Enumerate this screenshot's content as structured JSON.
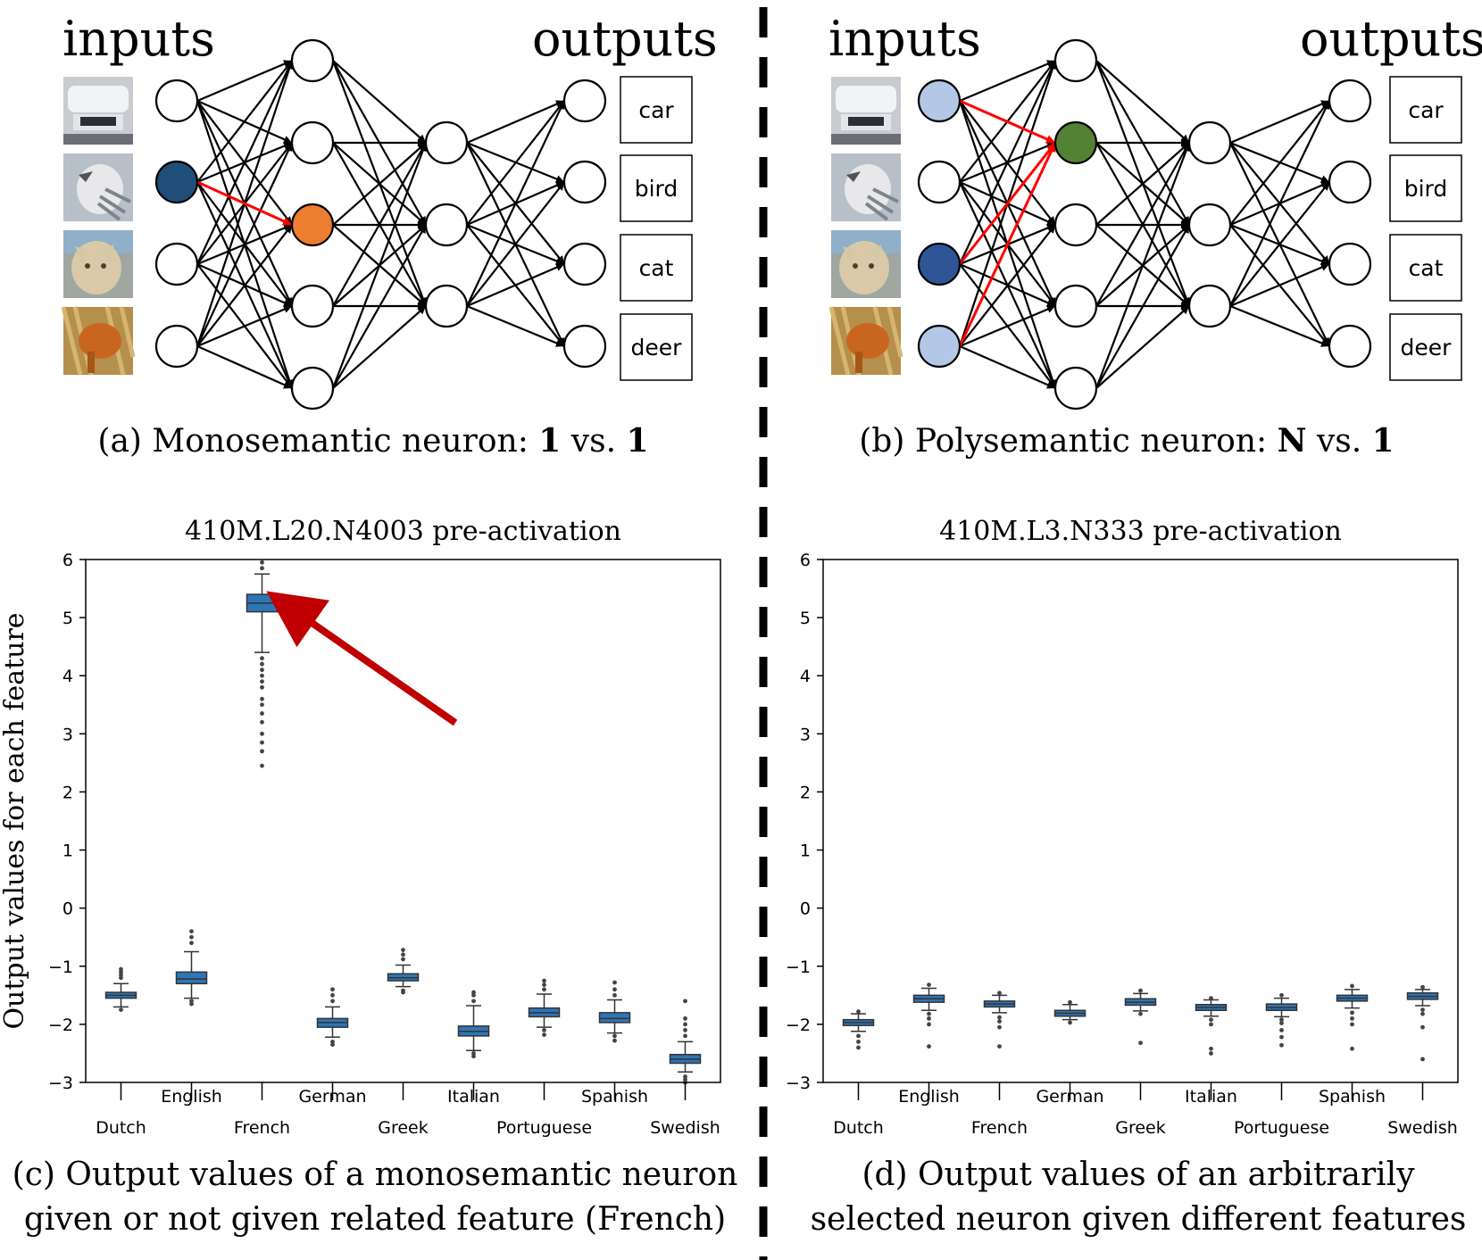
{
  "panel_a": {
    "inputs_label": "inputs",
    "outputs_label": "outputs",
    "classes": [
      "car",
      "bird",
      "cat",
      "deer"
    ],
    "caption_prefix": "(a) Monosemantic neuron: ",
    "caption_n": "1",
    "caption_vs": " vs. ",
    "caption_one": "1"
  },
  "panel_b": {
    "inputs_label": "inputs",
    "outputs_label": "outputs",
    "classes": [
      "car",
      "bird",
      "cat",
      "deer"
    ],
    "caption_prefix": "(b) Polysemantic neuron: ",
    "caption_n": "N",
    "caption_vs": " vs. ",
    "caption_one": "1"
  },
  "panel_c": {
    "caption_line1": "(c) Output values of a monosemantic neuron",
    "caption_line2": "given or not given related feature (French)"
  },
  "panel_d": {
    "caption_line1": "(d) Output values of an arbitrarily",
    "caption_line2": "selected neuron given different features"
  },
  "colors": {
    "mono_input": "#1f4e79",
    "mono_hidden": "#ed7d31",
    "poly_input_dark": "#2f5597",
    "poly_input_light": "#b4c7e7",
    "poly_hidden": "#548235",
    "highlight_edge": "#ff0000",
    "box_fill": "#2e75b6",
    "arrow": "#c00000"
  },
  "chart_data": [
    {
      "type": "box",
      "title": "410M.L20.N4003 pre-activation",
      "ylabel": "Output values for each feature",
      "ylim": [
        -3,
        6
      ],
      "yticks": [
        -3,
        -2,
        -1,
        0,
        1,
        2,
        3,
        4,
        5,
        6
      ],
      "categories": [
        "Dutch",
        "English",
        "French",
        "German",
        "Greek",
        "Italian",
        "Portuguese",
        "Spanish",
        "Swedish"
      ],
      "series": [
        {
          "q1": -1.55,
          "median": -1.5,
          "q3": -1.45,
          "whisker_low": -1.7,
          "whisker_high": -1.3,
          "outliers": [
            -1.75,
            -1.05,
            -1.1,
            -1.15,
            -1.2
          ]
        },
        {
          "q1": -1.3,
          "median": -1.22,
          "q3": -1.1,
          "whisker_low": -1.55,
          "whisker_high": -0.75,
          "outliers": [
            -1.6,
            -1.65,
            -0.6,
            -0.5,
            -0.4
          ]
        },
        {
          "q1": 5.1,
          "median": 5.25,
          "q3": 5.4,
          "whisker_low": 4.4,
          "whisker_high": 5.75,
          "outliers": [
            4.3,
            4.2,
            4.1,
            4.0,
            3.9,
            3.8,
            3.6,
            3.5,
            3.35,
            3.2,
            3.0,
            2.85,
            2.7,
            2.45,
            5.85,
            5.95
          ]
        },
        {
          "q1": -2.05,
          "median": -1.97,
          "q3": -1.9,
          "whisker_low": -2.22,
          "whisker_high": -1.7,
          "outliers": [
            -2.3,
            -2.35,
            -1.6,
            -1.5,
            -1.4
          ]
        },
        {
          "q1": -1.25,
          "median": -1.2,
          "q3": -1.13,
          "whisker_low": -1.35,
          "whisker_high": -0.98,
          "outliers": [
            -1.42,
            -1.45,
            -0.88,
            -0.8,
            -0.72
          ]
        },
        {
          "q1": -2.2,
          "median": -2.12,
          "q3": -2.03,
          "whisker_low": -2.45,
          "whisker_high": -1.68,
          "outliers": [
            -2.5,
            -2.55,
            -1.6,
            -1.5,
            -1.45
          ]
        },
        {
          "q1": -1.87,
          "median": -1.8,
          "q3": -1.72,
          "whisker_low": -2.05,
          "whisker_high": -1.48,
          "outliers": [
            -2.1,
            -2.18,
            -1.4,
            -1.32,
            -1.25
          ]
        },
        {
          "q1": -1.97,
          "median": -1.9,
          "q3": -1.8,
          "whisker_low": -2.15,
          "whisker_high": -1.58,
          "outliers": [
            -2.2,
            -2.28,
            -1.5,
            -1.4,
            -1.28
          ]
        },
        {
          "q1": -2.67,
          "median": -2.6,
          "q3": -2.52,
          "whisker_low": -2.82,
          "whisker_high": -2.3,
          "outliers": [
            -2.9,
            -2.95,
            -3.0,
            -2.2,
            -2.1,
            -2.0,
            -1.9,
            -1.6
          ]
        }
      ]
    },
    {
      "type": "box",
      "title": "410M.L3.N333 pre-activation",
      "ylabel": "",
      "ylim": [
        -3,
        6
      ],
      "yticks": [
        -3,
        -2,
        -1,
        0,
        1,
        2,
        3,
        4,
        5,
        6
      ],
      "categories": [
        "Dutch",
        "English",
        "French",
        "German",
        "Greek",
        "Italian",
        "Portuguese",
        "Spanish",
        "Swedish"
      ],
      "series": [
        {
          "q1": -2.02,
          "median": -1.97,
          "q3": -1.92,
          "whisker_low": -2.12,
          "whisker_high": -1.82,
          "outliers": [
            -2.2,
            -2.3,
            -2.4,
            -1.78
          ]
        },
        {
          "q1": -1.62,
          "median": -1.56,
          "q3": -1.5,
          "whisker_low": -1.76,
          "whisker_high": -1.38,
          "outliers": [
            -1.82,
            -1.9,
            -2.0,
            -2.38,
            -1.32
          ]
        },
        {
          "q1": -1.7,
          "median": -1.65,
          "q3": -1.6,
          "whisker_low": -1.8,
          "whisker_high": -1.5,
          "outliers": [
            -1.88,
            -1.95,
            -2.05,
            -2.38,
            -1.46
          ]
        },
        {
          "q1": -1.86,
          "median": -1.81,
          "q3": -1.76,
          "whisker_low": -1.92,
          "whisker_high": -1.66,
          "outliers": [
            -1.97,
            -1.62
          ]
        },
        {
          "q1": -1.67,
          "median": -1.62,
          "q3": -1.56,
          "whisker_low": -1.77,
          "whisker_high": -1.47,
          "outliers": [
            -1.82,
            -2.32,
            -1.42
          ]
        },
        {
          "q1": -1.76,
          "median": -1.71,
          "q3": -1.66,
          "whisker_low": -1.86,
          "whisker_high": -1.58,
          "outliers": [
            -1.92,
            -2.0,
            -2.42,
            -2.5,
            -1.55
          ]
        },
        {
          "q1": -1.76,
          "median": -1.71,
          "q3": -1.65,
          "whisker_low": -1.87,
          "whisker_high": -1.55,
          "outliers": [
            -1.92,
            -1.98,
            -2.1,
            -2.22,
            -2.36,
            -1.5
          ]
        },
        {
          "q1": -1.6,
          "median": -1.55,
          "q3": -1.5,
          "whisker_low": -1.72,
          "whisker_high": -1.4,
          "outliers": [
            -1.8,
            -1.9,
            -2.0,
            -2.42,
            -1.34
          ]
        },
        {
          "q1": -1.57,
          "median": -1.52,
          "q3": -1.46,
          "whisker_low": -1.68,
          "whisker_high": -1.4,
          "outliers": [
            -1.75,
            -1.82,
            -2.05,
            -2.6,
            -1.36
          ]
        }
      ]
    }
  ]
}
